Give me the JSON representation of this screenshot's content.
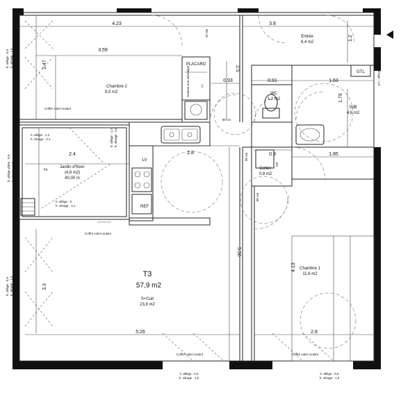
{
  "apartment": {
    "type": "T3",
    "total_area": "57,9 m2",
    "living_label": "S+Cuit",
    "living_area": "23,8 m2"
  },
  "rooms": {
    "chambre2": {
      "name": "Chambre 2",
      "area": "9,5 m2"
    },
    "jardin": {
      "name": "Jardin d'hiver",
      "area1": "(4,8 m2)",
      "area2": "40,00 m"
    },
    "entree": {
      "name": "Entrée",
      "area": "6,4 m2"
    },
    "wc": {
      "name": "WC",
      "area": "1,2 m2"
    },
    "sdb": {
      "name": "SdB",
      "area": "4,6 m2"
    },
    "cellier": {
      "name": "Cellier",
      "area": "0,8 m2"
    },
    "chambre1": {
      "name": "Chambre 1",
      "area": "11,6 m2"
    }
  },
  "fixtures": {
    "placard": "PLACARD",
    "gtl": "GTL",
    "lv": "LV",
    "ref": "REF",
    "ll": "LL",
    "ge": "GE",
    "shower_note": "Graisse non aéronique"
  },
  "dimensions": {
    "top_left": "4.23",
    "top_right": "3.8",
    "ch2_width": "3.59",
    "ch2_height": "2.47",
    "jardin_width": "2.4",
    "jardin_height": "2",
    "living_width": "5.26",
    "living_height": "5.56",
    "hall_depth": "2.5",
    "d093": "0.93",
    "d091": "0.91",
    "d163": "1.63",
    "d179": "1.79",
    "d12": "1.2",
    "d28_kitchen": "2.8",
    "d09": "0.9",
    "d185": "1.85",
    "ch1_height": "4.13",
    "ch1_width": "2.8",
    "left_33": "3.3",
    "d80cm_1": "80 cm",
    "d80cm_2": "80 cm",
    "d90cm": "90 cm",
    "d80cm_3": "80 cm"
  },
  "annotations": {
    "allege_09": "h. allège : 0,9",
    "vitrage_15": "h. vitrage : 1,5",
    "allege_0": "h. allège : 0",
    "vitrage_21": "h. vitrage : 2,1",
    "allege_13": "h. allège : 1,3",
    "vitrage_08": "h. vitrage : 0,8",
    "allege_vitree": "h. allège vitrée : 0,9",
    "vitrage_13b": "h. vitrage : 1,3",
    "allege_05": "h. allège : 0,5",
    "allege_09b": "h. allège : 0,9",
    "vitrage_15b": "h. vitrage : 1,5",
    "volet": "Coffre volet roulant",
    "ph_note": "Ph. Ph. vitrage : 1,5"
  }
}
